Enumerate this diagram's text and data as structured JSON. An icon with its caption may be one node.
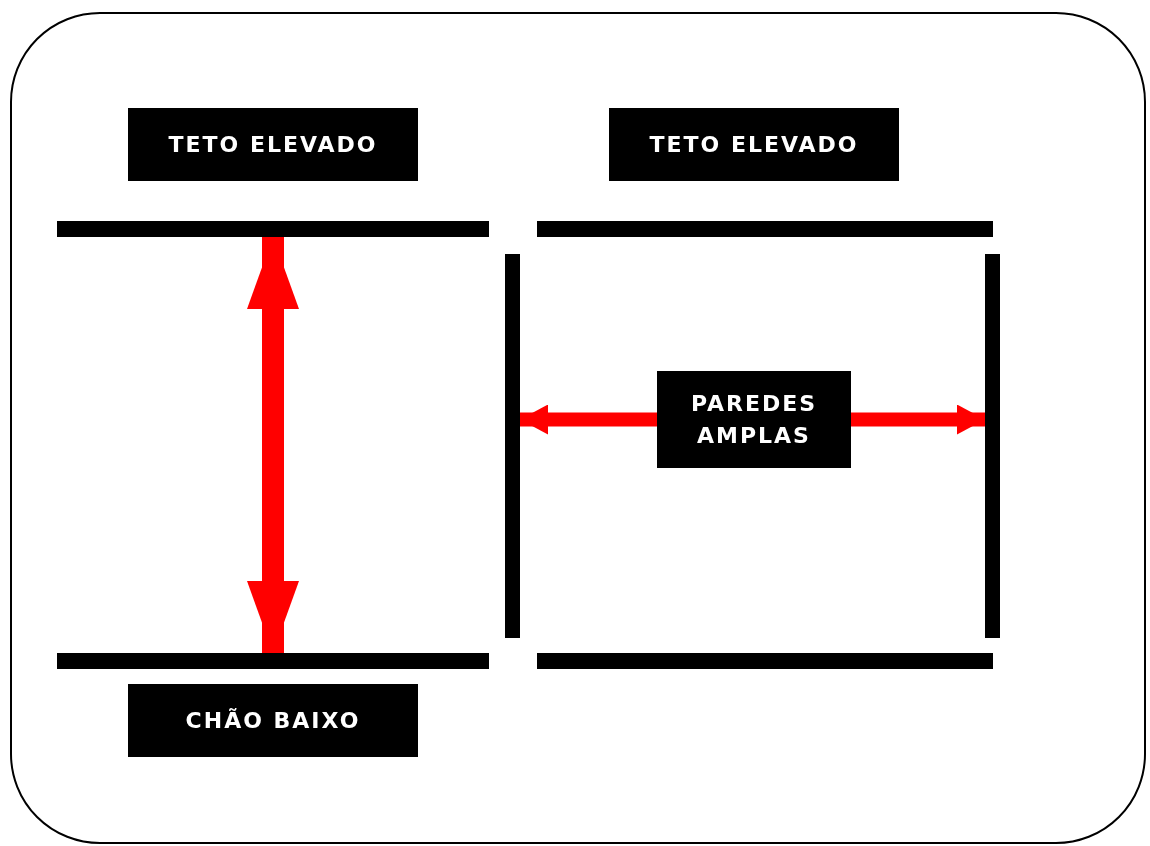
{
  "diagram": {
    "nodes": [
      {
        "text": [
          "TETO ELEVADO"
        ]
      },
      {
        "text": [
          "TETO ELEVADO"
        ]
      },
      {
        "text": [],
        "shape": "bar"
      },
      {
        "text": [],
        "shape": "bar"
      },
      {
        "text": [],
        "shape": "bar"
      },
      {
        "text": [
          "PAREDES AMPLAS"
        ]
      },
      {
        "text": [],
        "shape": "bar"
      },
      {
        "text": [],
        "shape": "bar"
      },
      {
        "text": [],
        "shape": "bar"
      },
      {
        "text": [
          "CHÃO BAIXO"
        ]
      }
    ],
    "edges": [
      {
        "from": 2,
        "to": 7,
        "arrow": "both"
      },
      {
        "from": 5,
        "to": 4,
        "arrow": "to"
      },
      {
        "from": 5,
        "to": 6,
        "arrow": "to"
      }
    ]
  }
}
